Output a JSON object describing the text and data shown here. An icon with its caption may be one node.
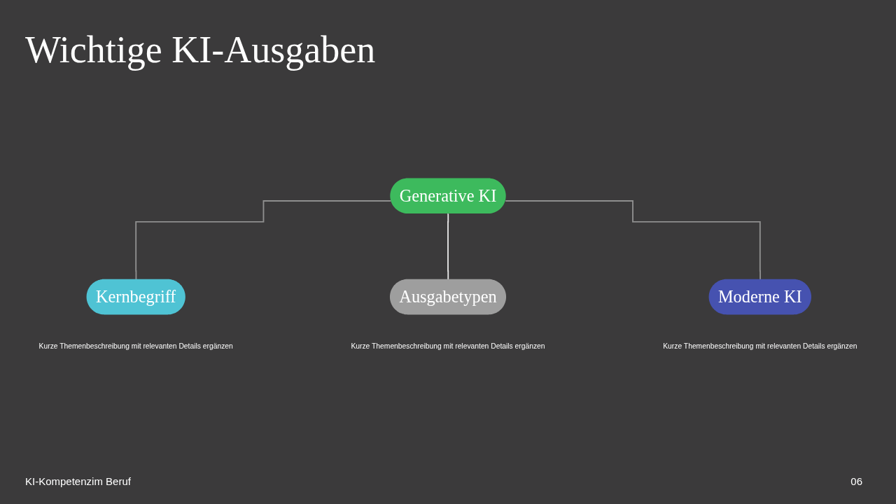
{
  "diagram": {
    "title": "Wichtige KI-Ausgaben",
    "nodes": [
      {
        "text": [
          "Generative KI"
        ]
      },
      {
        "text": [
          "Kernbegriff"
        ],
        "beside": [
          "Kurze Themenbeschreibung mit relevanten Details ergänzen"
        ]
      },
      {
        "text": [
          "Ausgabetypen"
        ],
        "beside": [
          "Kurze Themenbeschreibung mit relevanten Details ergänzen"
        ]
      },
      {
        "text": [
          "Moderne KI"
        ],
        "beside": [
          "Kurze Themenbeschreibung mit relevanten Details ergänzen"
        ]
      }
    ],
    "edges": [
      {
        "from": 0,
        "to": 1,
        "arrow": "none"
      },
      {
        "from": 0,
        "to": 2,
        "arrow": "none",
        "color": "#e6e6e6"
      },
      {
        "from": 0,
        "to": 3,
        "arrow": "none"
      }
    ],
    "labels": [
      "KI-Kompetenzim Beruf",
      "06"
    ]
  }
}
